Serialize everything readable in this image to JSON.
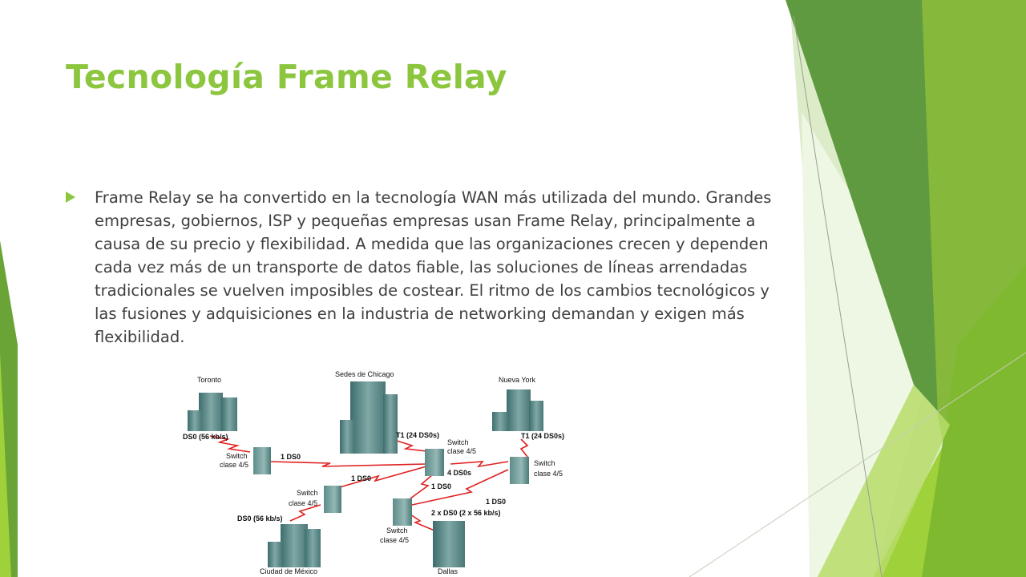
{
  "slide": {
    "title": "Tecnología Frame Relay",
    "bullet_text": "Frame Relay se ha convertido en la tecnología WAN más utilizada del mundo. Grandes empresas, gobiernos, ISP y pequeñas empresas usan Frame Relay, principalmente a causa de su precio y flexibilidad. A medida que las organizaciones crecen y dependen cada vez más de un transporte de datos fiable, las soluciones de líneas arrendadas tradicionales se vuelven imposibles de costear. El ritmo de los cambios tecnológicos y las fusiones y adquisiciones en la industria de networking demandan y exigen más flexibilidad."
  },
  "theme": {
    "title_color": "#8cc63e",
    "accent_green": "#8cc63e",
    "dark_green": "#5c9e3a",
    "text_color": "#404040",
    "link_red": "#e02020"
  },
  "diagram": {
    "sites": {
      "toronto": "Toronto",
      "chicago": "Sedes de Chicago",
      "new_york": "Nueva York",
      "mexico": "Ciudad de México",
      "dallas": "Dallas"
    },
    "links": {
      "toronto_ds0": "DS0 (56 kb/s)",
      "chicago_t1": "T1 (24 DS0s)",
      "ny_t1": "T1 (24 DS0s)",
      "mexico_ds0": "DS0 (56 kb/s)",
      "dallas_ds0": "2 x DS0 (2 x 56 kb/s)",
      "sw_toronto_center": "1 DS0",
      "sw_mexico_center": "1 DS0",
      "center_ny": "4 DS0s",
      "center_dallas": "1 DS0",
      "ny_dallas": "1 DS0"
    },
    "switches": {
      "toronto_l1": "Switch",
      "toronto_l2": "clase 4/5",
      "center_l1": "Switch",
      "center_l2": "clase 4/5",
      "ny_l1": "Switch",
      "ny_l2": "clase 4/5",
      "mexico_l1": "Switch",
      "mexico_l2": "clase 4/5",
      "dallas_l1": "Switch",
      "dallas_l2": "clase 4/5"
    }
  }
}
